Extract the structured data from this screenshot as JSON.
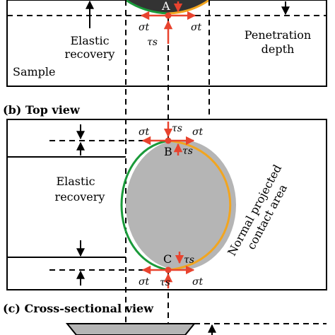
{
  "panel_a": {
    "label_elastic_1": "Elastic",
    "label_elastic_2": "recovery",
    "label_penetration_1": "Penetration",
    "label_penetration_2": "depth",
    "label_sample": "Sample",
    "point": "A",
    "sigma_left": "σt",
    "sigma_right": "σt",
    "tau": "τs"
  },
  "panel_b": {
    "heading": "(b) Top view",
    "label_elastic_1": "Elastic",
    "label_elastic_2": "recovery",
    "label_area_1": "Normal projected",
    "label_area_2": "contact area",
    "point_top": "B",
    "point_bottom": "C",
    "sigma_top_left": "σt",
    "sigma_top_right": "σt",
    "tau_top": "τs",
    "tau_b": "τs",
    "tau_c": "τs",
    "sigma_bottom_left": "σt",
    "sigma_bottom_right": "σt",
    "tau_bottom": "τs"
  },
  "panel_c": {
    "heading": "(c) Cross-sectional view"
  },
  "colors": {
    "red": "#e8432e",
    "green": "#1a9a3a",
    "orange": "#f2a51f",
    "gray": "#b5b5b5",
    "dark": "#333333"
  }
}
